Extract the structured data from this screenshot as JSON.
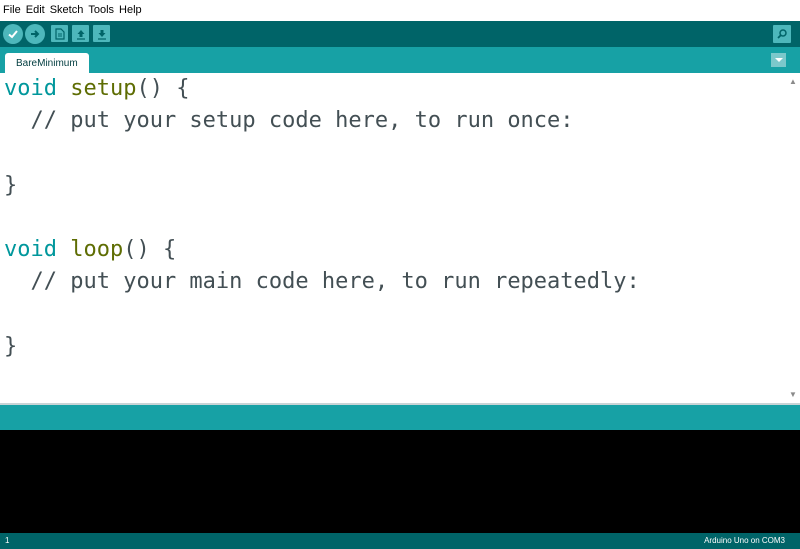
{
  "menu": {
    "items": [
      "File",
      "Edit",
      "Sketch",
      "Tools",
      "Help"
    ]
  },
  "toolbar": {
    "buttons": [
      {
        "name": "verify",
        "icon": "check-icon"
      },
      {
        "name": "upload",
        "icon": "arrow-right-icon"
      },
      {
        "name": "new",
        "icon": "new-file-icon"
      },
      {
        "name": "open",
        "icon": "arrow-up-icon"
      },
      {
        "name": "save",
        "icon": "arrow-down-icon"
      }
    ],
    "serial_monitor_icon": "magnifier-icon"
  },
  "tabs": [
    {
      "label": "BareMinimum"
    }
  ],
  "editor": {
    "lines": [
      {
        "kw": "void",
        "fn": "setup",
        "rest": "() {"
      },
      {
        "comment": "  // put your setup code here, to run once:"
      },
      {
        "blank": ""
      },
      {
        "plain": "}"
      },
      {
        "blank": ""
      },
      {
        "kw": "void",
        "fn": "loop",
        "rest": "() {"
      },
      {
        "comment": "  // put your main code here, to run repeatedly:"
      },
      {
        "blank": ""
      },
      {
        "plain": "}"
      }
    ]
  },
  "status": {
    "line_number": "1",
    "board": "Arduino Uno on COM3"
  },
  "colors": {
    "toolbar": "#006468",
    "tabrow": "#17a1a5",
    "button": "#4db7bb",
    "keyword": "#00979c",
    "function": "#5e6d03",
    "console": "#000000"
  }
}
